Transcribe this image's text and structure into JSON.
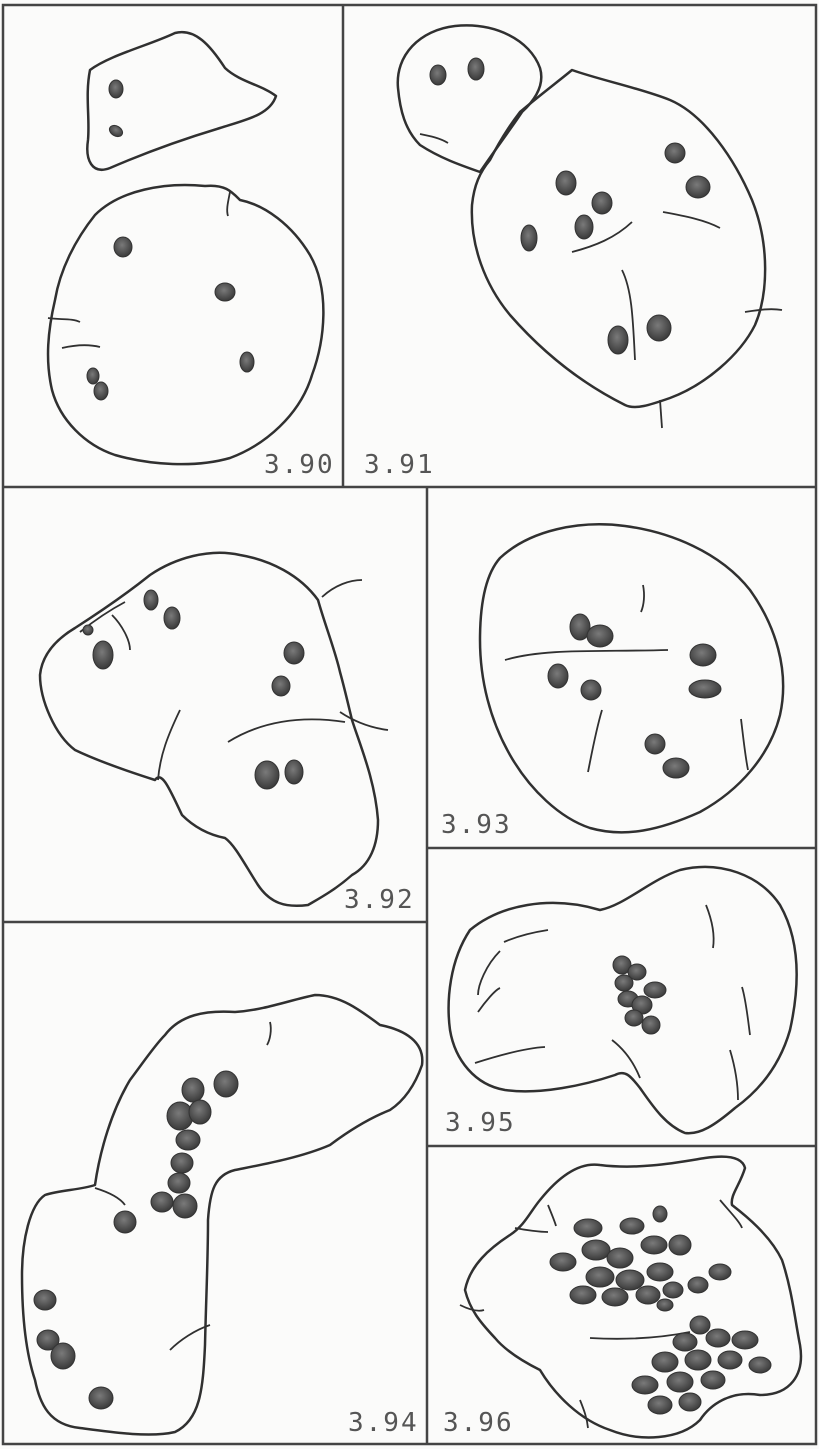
{
  "figure": {
    "panels": [
      {
        "id": "p390",
        "label": "3.90"
      },
      {
        "id": "p391",
        "label": "3.91"
      },
      {
        "id": "p392",
        "label": "3.92"
      },
      {
        "id": "p393",
        "label": "3.93"
      },
      {
        "id": "p394",
        "label": "3.94"
      },
      {
        "id": "p395",
        "label": "3.95"
      },
      {
        "id": "p396",
        "label": "3.96"
      }
    ]
  },
  "colors": {
    "frame": "#444444",
    "outline": "#303030",
    "nucleus": "#4a4a4a",
    "nucleus_dark": "#2f2f2f",
    "label": "#555555",
    "background": "#fbfbfa"
  }
}
